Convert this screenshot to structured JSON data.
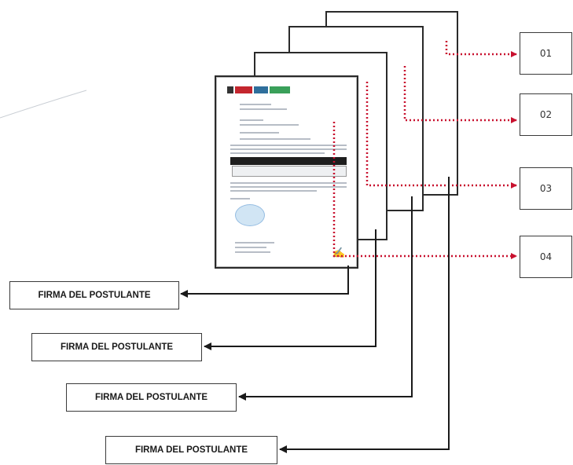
{
  "documents": [
    {
      "label": "01"
    },
    {
      "label": "02"
    },
    {
      "label": "03"
    },
    {
      "label": "04"
    }
  ],
  "signature_label": "FIRMA DEL POSTULANTE",
  "colors": {
    "page_arrow": "#c8102e",
    "signature_arrow": "#1a1a1a",
    "box_border": "#2a2a2a"
  }
}
